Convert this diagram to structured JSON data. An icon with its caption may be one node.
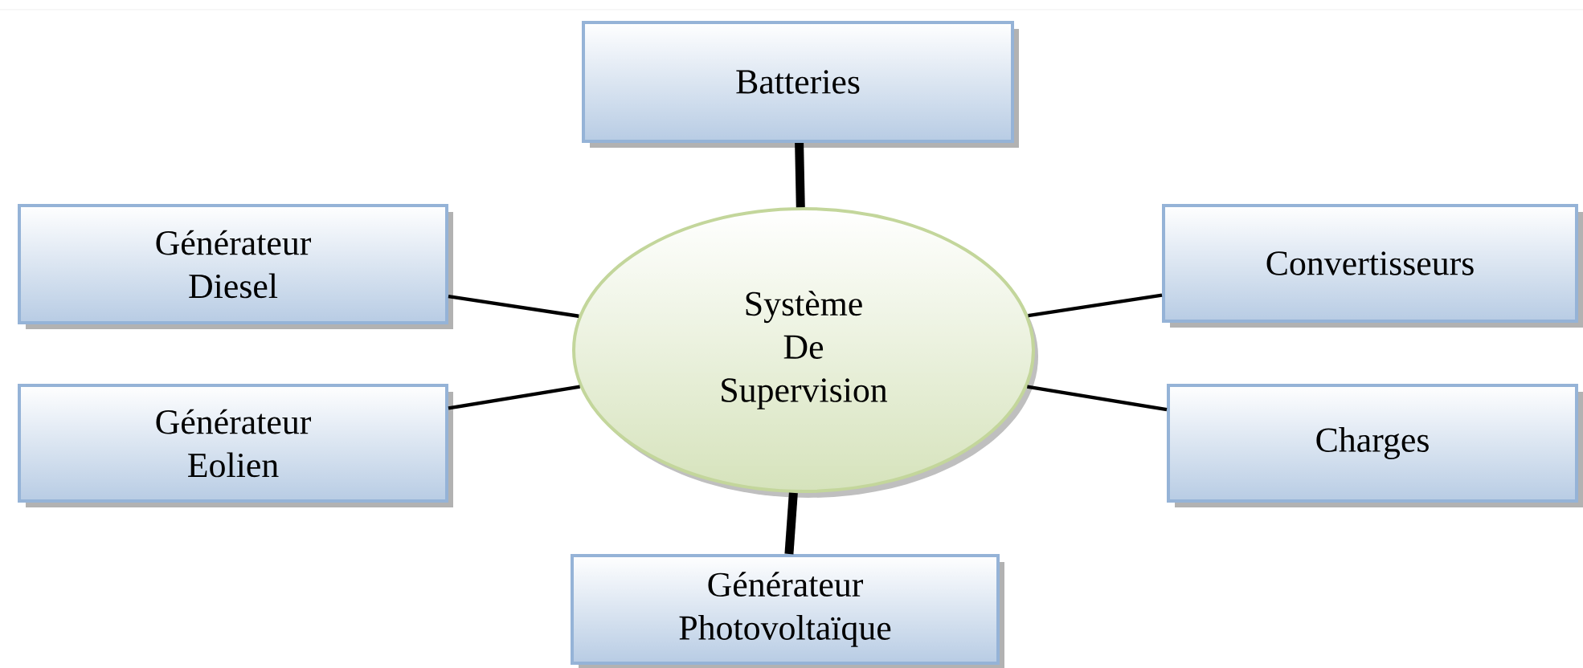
{
  "diagram": {
    "nodes": [
      {
        "text": [
          "Batteries"
        ]
      },
      {
        "text": [
          "Générateur Diesel"
        ]
      },
      {
        "text": [
          "Convertisseurs"
        ]
      },
      {
        "text": [
          "Système De Supervision"
        ]
      },
      {
        "text": [
          "Générateur Eolien"
        ]
      },
      {
        "text": [
          "Charges"
        ]
      },
      {
        "text": [
          "Générateur Photovoltaïque"
        ]
      }
    ],
    "edges": [
      {
        "from": 3,
        "to": 0,
        "arrow": "none",
        "style": "thick"
      },
      {
        "from": 3,
        "to": 1,
        "arrow": "none"
      },
      {
        "from": 3,
        "to": 2,
        "arrow": "none"
      },
      {
        "from": 3,
        "to": 4,
        "arrow": "none"
      },
      {
        "from": 3,
        "to": 5,
        "arrow": "none"
      },
      {
        "from": 3,
        "to": 6,
        "arrow": "none",
        "style": "thick"
      }
    ]
  }
}
